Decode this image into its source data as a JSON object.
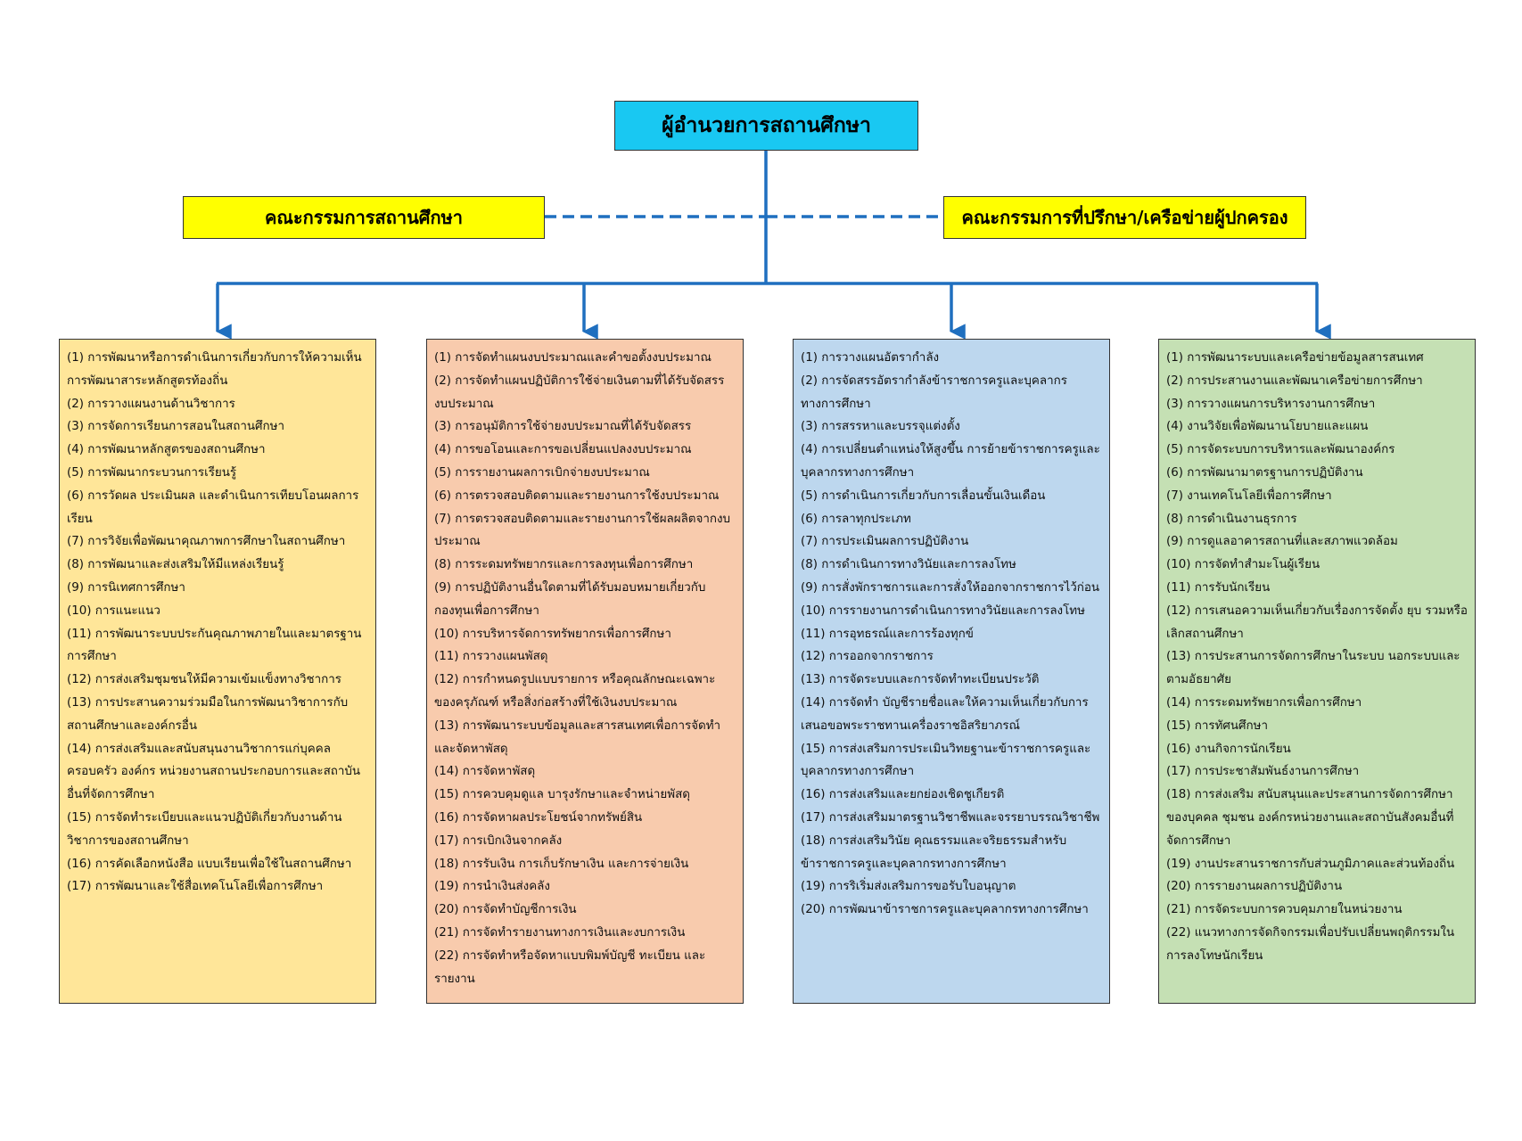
{
  "director": "ผู้อำนวยการสถานศึกษา",
  "committee_left": "คณะกรรมการสถานศึกษา",
  "committee_right": "คณะกรรมการที่ปรึกษา/เครือข่ายผู้ปกครอง",
  "colors": {
    "director_fill": "#19c8f2",
    "committee_fill": "#ffff00",
    "connector": "#1f6fbf",
    "col1_fill": "#ffe699",
    "col2_fill": "#f8cbad",
    "col3_fill": "#bdd7ee",
    "col4_fill": "#c5e0b4"
  },
  "columns": [
    {
      "items": [
        "(1) การพัฒนาหรือการดำเนินการเกี่ยวกับการให้ความเห็นการพัฒนาสาระหลักสูตรท้องถิ่น",
        "(2) การวางแผนงานด้านวิชาการ",
        "(3) การจัดการเรียนการสอนในสถานศึกษา",
        "(4) การพัฒนาหลักสูตรของสถานศึกษา",
        "(5) การพัฒนากระบวนการเรียนรู้",
        "(6) การวัดผล ประเมินผล และดำเนินการเทียบโอนผลการเรียน",
        "(7) การวิจัยเพื่อพัฒนาคุณภาพการศึกษาในสถานศึกษา",
        "(8) การพัฒนาและส่งเสริมให้มีแหล่งเรียนรู้",
        "(9) การนิเทศการศึกษา",
        "(10) การแนะแนว",
        "(11) การพัฒนาระบบประกันคุณภาพภายในและมาตรฐานการศึกษา",
        "(12) การส่งเสริมชุมชนให้มีความเข้มแข็งทางวิชาการ",
        "(13) การประสานความร่วมมือในการพัฒนาวิชาการกับสถานศึกษาและองค์กรอื่น",
        "(14) การส่งเสริมและสนับสนุนงานวิชาการแก่บุคคล ครอบครัว องค์กร หน่วยงานสถานประกอบการและสถาบันอื่นที่จัดการศึกษา",
        "(15) การจัดทำระเบียบและแนวปฏิบัติเกี่ยวกับงานด้านวิชาการของสถานศึกษา",
        "(16) การคัดเลือกหนังสือ แบบเรียนเพื่อใช้ในสถานศึกษา",
        "(17) การพัฒนาและใช้สื่อเทคโนโลยีเพื่อการศึกษา"
      ]
    },
    {
      "items": [
        "(1) การจัดทำแผนงบประมาณและคำขอตั้งงบประมาณ",
        "(2) การจัดทำแผนปฏิบัติการใช้จ่ายเงินตามที่ได้รับจัดสรรงบประมาณ",
        "(3) การอนุมัติการใช้จ่ายงบประมาณที่ได้รับจัดสรร",
        "(4) การขอโอนและการขอเปลี่ยนแปลงงบประมาณ",
        "(5) การรายงานผลการเบิกจ่ายงบประมาณ",
        "(6) การตรวจสอบติดตามและรายงานการใช้งบประมาณ",
        "(7) การตรวจสอบติดตามและรายงานการใช้ผลผลิตจากงบประมาณ",
        "(8) การระดมทรัพยากรและการลงทุนเพื่อการศึกษา",
        "(9) การปฏิบัติงานอื่นใดตามที่ได้รับมอบหมายเกี่ยวกับกองทุนเพื่อการศึกษา",
        "(10) การบริหารจัดการทรัพยากรเพื่อการศึกษา",
        "(11) การวางแผนพัสดุ",
        "(12) การกำหนดรูปแบบรายการ หรือคุณลักษณะเฉพาะของครุภัณฑ์ หรือสิ่งก่อสร้างที่ใช้เงินงบประมาณ",
        "(13) การพัฒนาระบบข้อมูลและสารสนเทศเพื่อการจัดทำและจัดหาพัสดุ",
        "(14) การจัดหาพัสดุ",
        "(15) การควบคุมดูแล บารุงรักษาและจำหน่ายพัสดุ",
        "(16) การจัดหาผลประโยชน์จากทรัพย์สิน",
        "(17) การเบิกเงินจากคลัง",
        "(18) การรับเงิน การเก็บรักษาเงิน และการจ่ายเงิน",
        "(19) การนำเงินส่งคลัง",
        "(20) การจัดทำบัญชีการเงิน",
        "(21) การจัดทำรายงานทางการเงินและงบการเงิน",
        "(22) การจัดทำหรือจัดหาแบบพิมพ์บัญชี ทะเบียน และรายงาน"
      ]
    },
    {
      "items": [
        "(1) การวางแผนอัตรากำลัง",
        "(2) การจัดสรรอัตรากำลังข้าราชการครูและบุคลากรทางการศึกษา",
        "(3) การสรรหาและบรรจุแต่งตั้ง",
        "(4) การเปลี่ยนตำแหน่งให้สูงขึ้น การย้ายข้าราชการครูและบุคลากรทางการศึกษา",
        "(5) การดำเนินการเกี่ยวกับการเลื่อนขั้นเงินเดือน",
        "(6) การลาทุกประเภท",
        "(7) การประเมินผลการปฏิบัติงาน",
        "(8) การดำเนินการทางวินัยและการลงโทษ",
        "(9) การสั่งพักราชการและการสั่งให้ออกจากราชการไว้ก่อน",
        "(10) การรายงานการดำเนินการทางวินัยและการลงโทษ",
        "(11) การอุทธรณ์และการร้องทุกข์",
        "(12) การออกจากราชการ",
        "(13) การจัดระบบและการจัดทำทะเบียนประวัติ",
        "(14) การจัดทำ บัญชีรายชื่อและให้ความเห็นเกี่ยวกับการเสนอขอพระราชทานเครื่องราชอิสริยาภรณ์",
        "(15) การส่งเสริมการประเมินวิทยฐานะข้าราชการครูและบุคลากรทางการศึกษา",
        "(16) การส่งเสริมและยกย่องเชิดชูเกียรติ",
        "(17) การส่งเสริมมาตรฐานวิชาชีพและจรรยาบรรณวิชาชีพ",
        "(18) การส่งเสริมวินัย คุณธรรมและจริยธรรมสำหรับข้าราชการครูและบุคลากรทางการศึกษา",
        "(19) การริเริ่มส่งเสริมการขอรับใบอนุญาต",
        "(20) การพัฒนาข้าราชการครูและบุคลากรทางการศึกษา"
      ]
    },
    {
      "items": [
        "(1) การพัฒนาระบบและเครือข่ายข้อมูลสารสนเทศ",
        "(2) การประสานงานและพัฒนาเครือข่ายการศึกษา",
        "(3) การวางแผนการบริหารงานการศึกษา",
        "(4) งานวิจัยเพื่อพัฒนานโยบายและแผน",
        "(5) การจัดระบบการบริหารและพัฒนาองค์กร",
        "(6) การพัฒนามาตรฐานการปฏิบัติงาน",
        "(7) งานเทคโนโลยีเพื่อการศึกษา",
        "(8) การดำเนินงานธุรการ",
        "(9) การดูแลอาคารสถานที่และสภาพแวดล้อม",
        "(10) การจัดทำสำมะโนผู้เรียน",
        "(11) การรับนักเรียน",
        "(12) การเสนอความเห็นเกี่ยวกับเรื่องการจัดตั้ง ยุบ รวมหรือเลิกสถานศึกษา",
        "(13) การประสานการจัดการศึกษาในระบบ นอกระบบและตามอัธยาศัย",
        "(14) การระดมทรัพยากรเพื่อการศึกษา",
        "(15) การทัศนศึกษา",
        "(16) งานกิจการนักเรียน",
        "(17) การประชาสัมพันธ์งานการศึกษา",
        "(18) การส่งเสริม สนับสนุนและประสานการจัดการศึกษาของบุคคล ชุมชน องค์กรหน่วยงานและสถาบันสังคมอื่นที่จัดการศึกษา",
        "(19) งานประสานราชการกับส่วนภูมิภาคและส่วนท้องถิ่น",
        "(20) การรายงานผลการปฏิบัติงาน",
        "(21) การจัดระบบการควบคุมภายในหน่วยงาน",
        "(22) แนวทางการจัดกิจกรรมเพื่อปรับเปลี่ยนพฤติกรรมในการลงโทษนักเรียน"
      ]
    }
  ]
}
